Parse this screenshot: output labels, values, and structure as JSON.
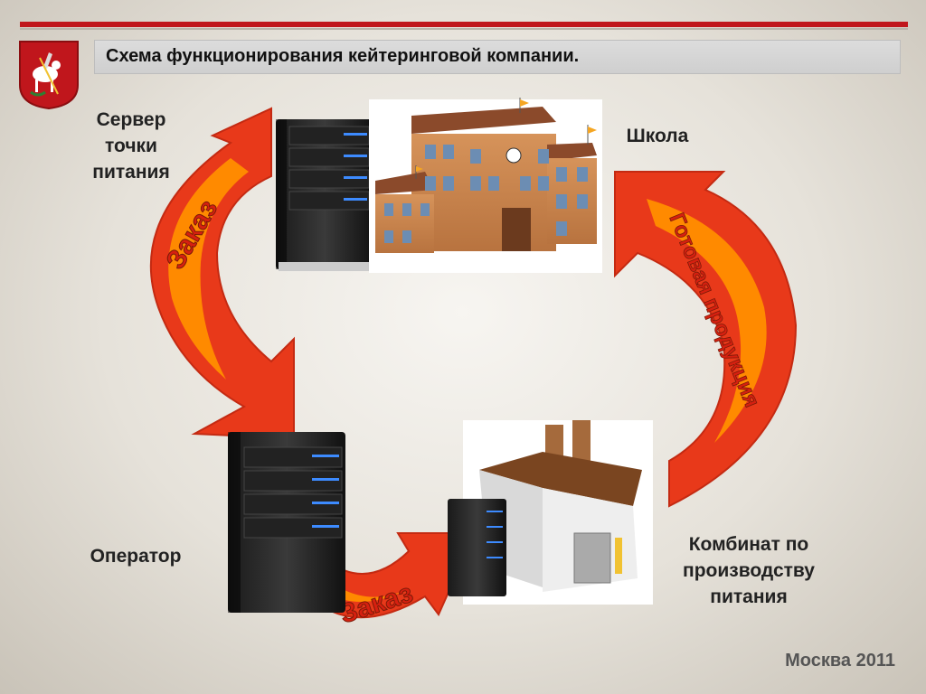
{
  "slide": {
    "title": "Схема функционирования кейтеринговой компании.",
    "footer": "Москва 2011"
  },
  "nodes": {
    "server_label": "Сервер точки питания",
    "school_label": "Школа",
    "operator_label": "Оператор",
    "factory_label": "Комбинат по производству питания"
  },
  "arrows": {
    "order_top": "Заказ",
    "ready_product": "Готовая продукция",
    "order_bottom": "Заказ"
  },
  "icons": [
    "moscow-coat-of-arms-icon",
    "server-tower-icon",
    "school-building-icon",
    "factory-building-icon",
    "curved-arrow-icon"
  ],
  "colors": {
    "arrow_outer": "#e8391a",
    "arrow_inner": "#ff8a00",
    "accent_red": "#c0161c",
    "title_bar": "#d6d6d6"
  }
}
